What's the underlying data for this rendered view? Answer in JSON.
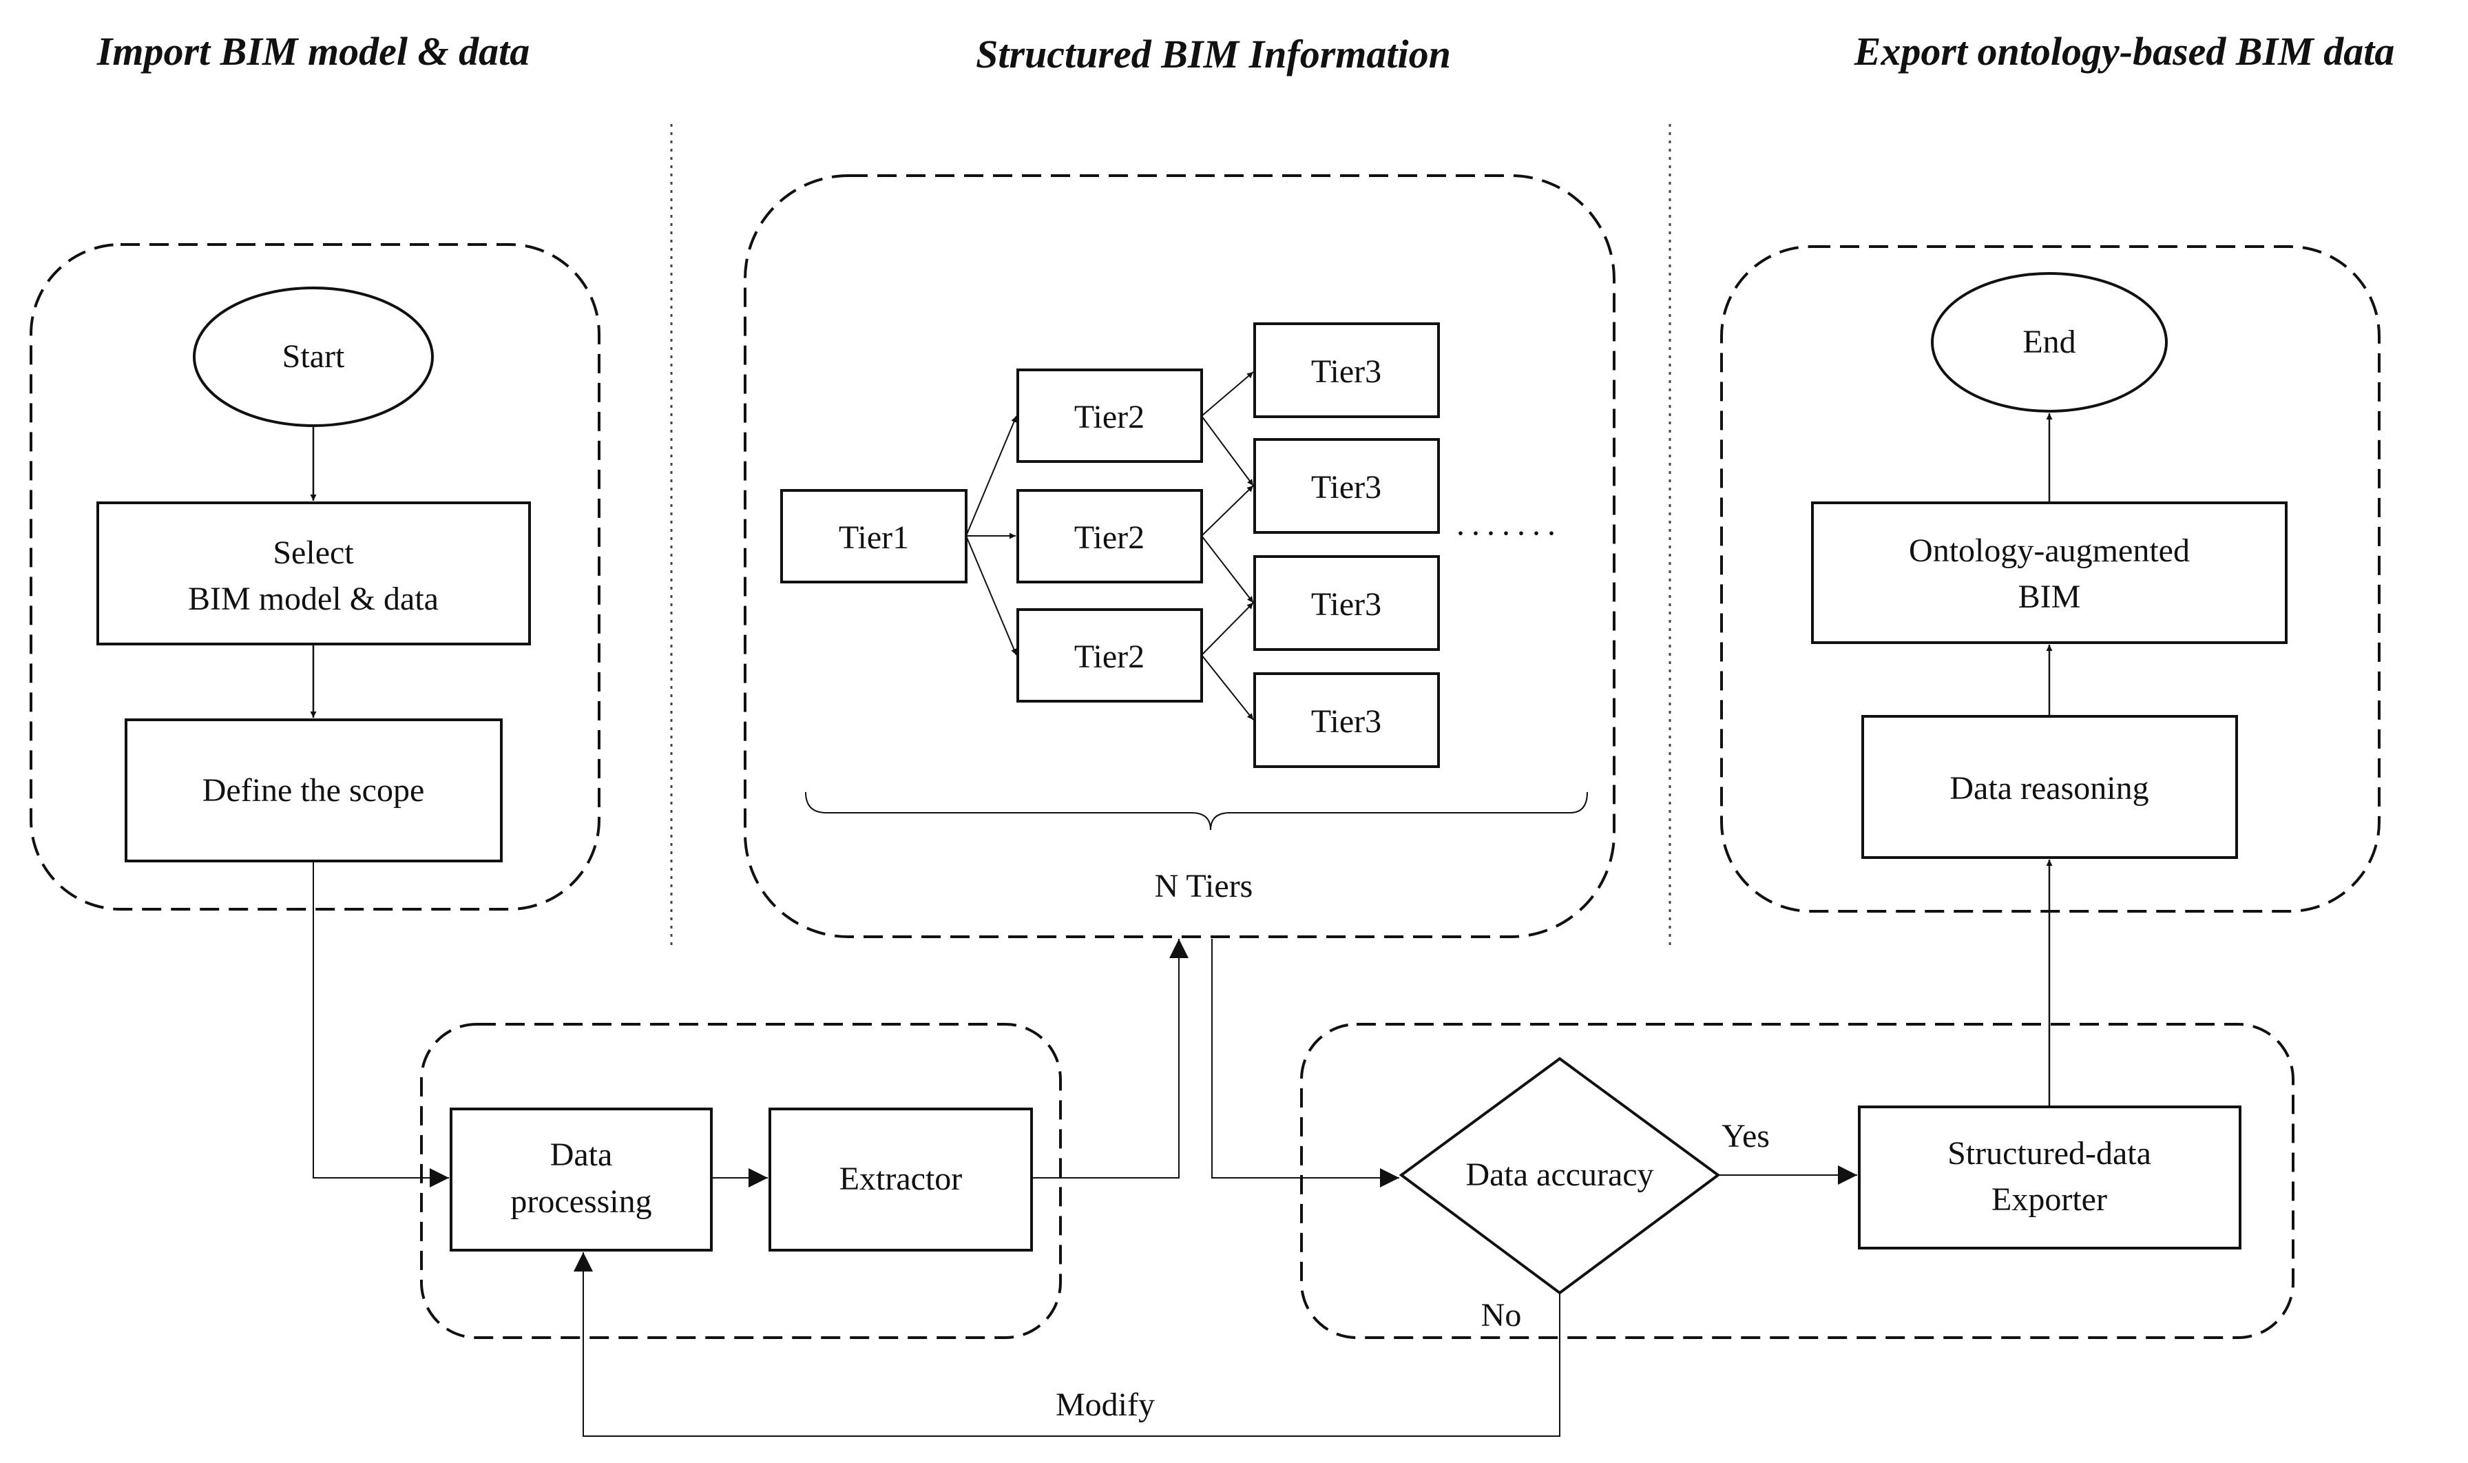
{
  "headings": {
    "import": "Import BIM model & data",
    "structured": "Structured  BIM Information",
    "export": "Export ontology-based BIM data"
  },
  "nodes": {
    "start": "Start",
    "select_line1": "Select",
    "select_line2": "BIM model & data",
    "define_scope": "Define the scope",
    "tier1": "Tier1",
    "tier2": "Tier2",
    "tier3": "Tier3",
    "ellipsis": "·······",
    "n_tiers": "N Tiers",
    "data_processing_line1": "Data",
    "data_processing_line2": "processing",
    "extractor": "Extractor",
    "data_accuracy": "Data accuracy",
    "exporter_line1": "Structured-data",
    "exporter_line2": "Exporter",
    "data_reasoning": "Data reasoning",
    "ontology_line1": "Ontology-augmented",
    "ontology_line2": "BIM",
    "end": "End"
  },
  "edge_labels": {
    "yes": "Yes",
    "no": "No",
    "modify": "Modify"
  }
}
